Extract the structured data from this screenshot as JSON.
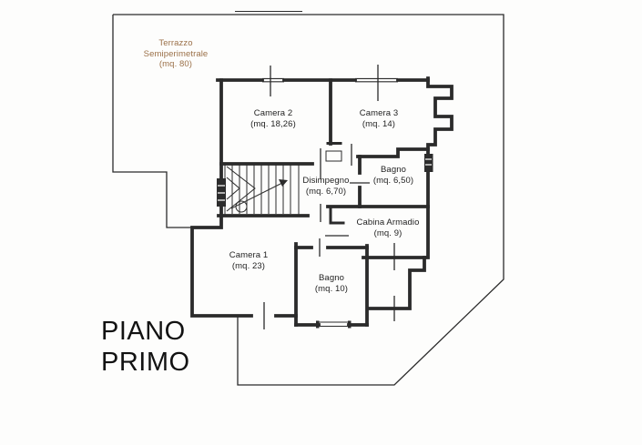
{
  "floor_title": {
    "line1": "PIANO",
    "line2": "PRIMO"
  },
  "colors": {
    "plan_lines": "#2b2b2b",
    "terrace_label_text": "#9b7048",
    "room_label_text": "#1f1f1f",
    "paper": "#fdfdfc"
  },
  "rooms": {
    "terrazzo": {
      "line1": "Terrazzo",
      "line2": "Semiperimetrale",
      "area": "(mq. 80)"
    },
    "camera2": {
      "name": "Camera 2",
      "area": "(mq. 18,26)"
    },
    "camera3": {
      "name": "Camera 3",
      "area": "(mq. 14)"
    },
    "bagno_650": {
      "name": "Bagno",
      "area": "(mq. 6,50)"
    },
    "disimpegno": {
      "name": "Disimpegno",
      "area": "(mq. 6,70)"
    },
    "cabina": {
      "name": "Cabina Armadio",
      "area": "(mq. 9)"
    },
    "camera1": {
      "name": "Camera 1",
      "area": "(mq. 23)"
    },
    "bagno_10": {
      "name": "Bagno",
      "area": "(mq. 10)"
    }
  }
}
